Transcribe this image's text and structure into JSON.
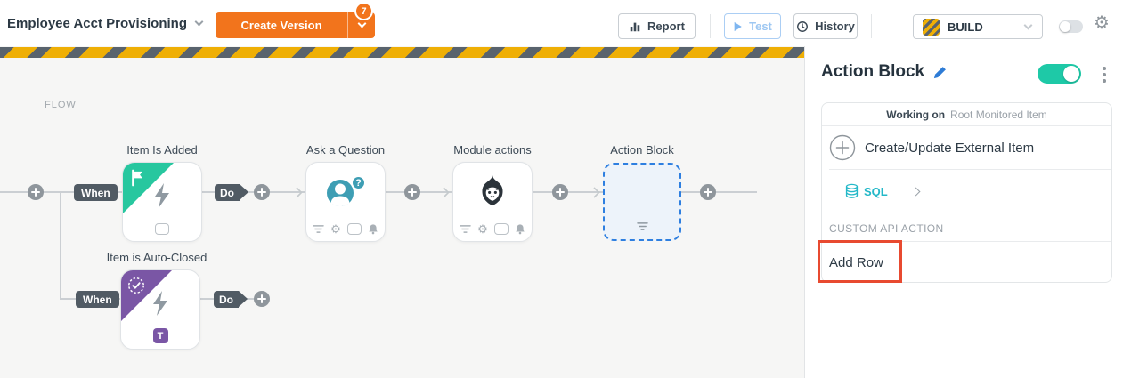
{
  "topbar": {
    "title": "Employee Acct Provisioning",
    "create_version_label": "Create Version",
    "version_badge": "7",
    "report_label": "Report",
    "test_label": "Test",
    "history_label": "History",
    "mode_label": "BUILD",
    "settings_icon": "gear",
    "gear_glyph": "⚙"
  },
  "canvas": {
    "flow_label": "FLOW",
    "when_label": "When",
    "do_label": "Do",
    "nodes": [
      {
        "label": "Item Is Added",
        "icon": "flag-trigger",
        "accent": "#27C79F"
      },
      {
        "label": "Ask a Question",
        "icon": "person-question",
        "accent": "#3E9EB4"
      },
      {
        "label": "Module actions",
        "icon": "flame-monkey",
        "accent": "#2B333A"
      },
      {
        "label": "Action Block",
        "icon": "empty-dashed",
        "accent": "#2E7FE0"
      },
      {
        "label": "Item is Auto-Closed",
        "icon": "check-trigger",
        "accent": "#7A56A5"
      }
    ],
    "question_badge": "?",
    "type_badge": "T"
  },
  "panel": {
    "title": "Action Block",
    "working_on_label": "Working on",
    "working_on_value": "Root Monitored Item",
    "actions": [
      {
        "label": "Create/Update External Item"
      },
      {
        "label": "SQL"
      }
    ],
    "section_label": "CUSTOM API ACTION",
    "add_row_label": "Add Row"
  },
  "colors": {
    "accent_orange": "#F2741C",
    "toggle_teal": "#1EC9A7",
    "node_teal": "#27C79F",
    "node_purple": "#7A56A5",
    "sql_teal": "#23B8C8",
    "dashed_blue": "#2E7FE0",
    "annotation_red": "#E84A30",
    "hazard_yellow": "#EFAF05",
    "hazard_dark": "#59636D"
  }
}
